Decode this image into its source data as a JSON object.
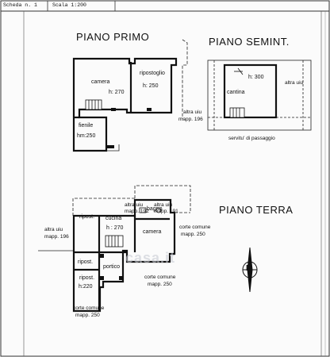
{
  "header": {
    "sheet_label": "Scheda n. 1",
    "scale_label": "Scala 1:200"
  },
  "floors": {
    "primo": "PIANO PRIMO",
    "semint": "PIANO SEMINT.",
    "terra": "PIANO TERRA"
  },
  "rooms": {
    "camera_primo": "camera",
    "camera_primo_h": "h: 270",
    "ripostiglio": "ripostoglio",
    "ripostiglio_h": "h: 250",
    "fienile": "fienile",
    "fienile_h": "hm:250",
    "cantina": "cantina",
    "cantina_h": "h: 300",
    "ripost_terra": "ripost.",
    "cucina": "cucina",
    "cucina_h": "h : 270",
    "bagno": "bagno",
    "camera_terra": "camera",
    "ripost_small1": "ripost.",
    "ripost_small2": "ripost.",
    "ripost_small2_h": "h:220",
    "portico": "portico"
  },
  "notes": {
    "altra_uiu_primo_1": "altra uiu",
    "altra_uiu_primo_2": "mapp. 196",
    "altra_uiu_semint": "altra uiu",
    "servitu": "servitu' di passaggio",
    "altra_uiu_192_1": "altra uiu",
    "altra_uiu_192_2": "mapp. 192",
    "altra_uiu_191_1": "altra uiu",
    "altra_uiu_191_2": "mapp. 191",
    "altra_uiu_196t_1": "altra uiu",
    "altra_uiu_196t_2": "mapp. 196",
    "corte_right_1": "corte comune",
    "corte_right_2": "mapp. 250",
    "corte_mid_1": "corte comune",
    "corte_mid_2": "mapp. 250",
    "corte_bottom_1": "corte comune",
    "corte_bottom_2": "mapp. 250"
  },
  "watermark": "casa.it",
  "compass_label": "N"
}
